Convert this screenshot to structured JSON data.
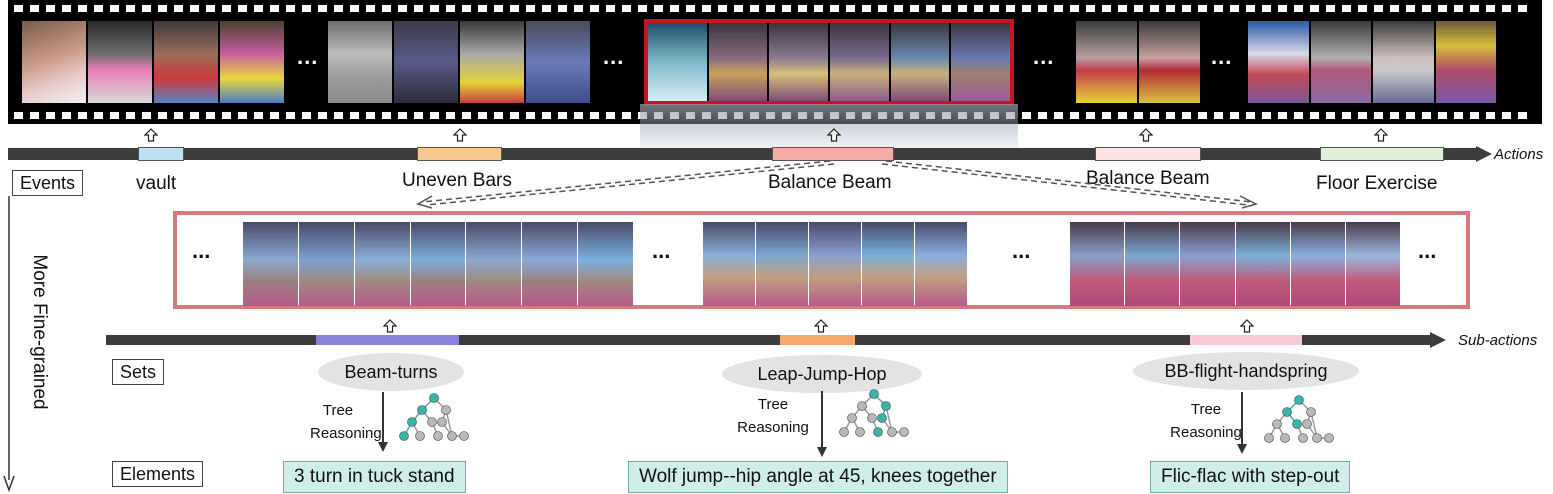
{
  "actions": {
    "axis_label": "Actions",
    "events": [
      {
        "label": "vault",
        "color": "#bfe0f4"
      },
      {
        "label": "Uneven Bars",
        "color": "#f8c88a"
      },
      {
        "label": "Balance Beam",
        "color": "#f6aca5"
      },
      {
        "label": "Balance Beam",
        "color": "#fde3e3"
      },
      {
        "label": "Floor Exercise",
        "color": "#dff0d8"
      }
    ]
  },
  "film_ellipsis": "...",
  "sub_actions": {
    "axis_label": "Sub-actions",
    "ellipsis": "...",
    "segment_colors": [
      "#8a82d8",
      "#f6a96f",
      "#f9c9d6"
    ]
  },
  "levels": {
    "events": "Events",
    "sets": "Sets",
    "elements": "Elements"
  },
  "granularity_label": "More Fine-grained",
  "sets": [
    {
      "label": "Beam-turns",
      "tree_label_1": "Tree",
      "tree_label_2": "Reasoning",
      "element": "3 turn in tuck stand"
    },
    {
      "label": "Leap-Jump-Hop",
      "tree_label_1": "Tree",
      "tree_label_2": "Reasoning",
      "element": "Wolf jump--hip angle at 45, knees together"
    },
    {
      "label": "BB-flight-handspring",
      "tree_label_1": "Tree",
      "tree_label_2": "Reasoning",
      "element": "Flic-flac with step-out"
    }
  ],
  "colors": {
    "highlight_frame": "#c4161c",
    "sub_panel_border": "#d47a7c",
    "axis": "#3c3c3c",
    "tree_node_active": "#3bb3a8",
    "tree_node_inactive": "#b8b8b8",
    "element_fill": "#cfeee8"
  }
}
